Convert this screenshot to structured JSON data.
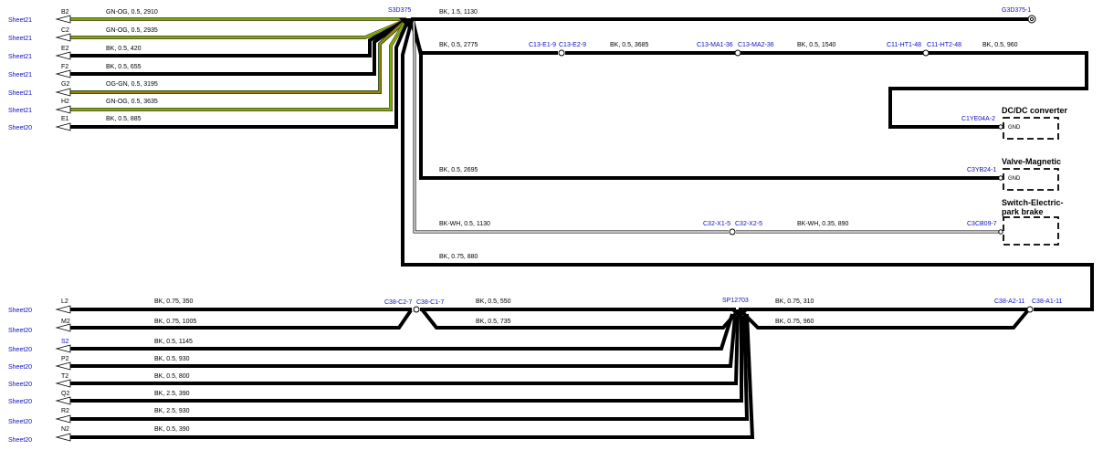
{
  "sheet_refs": {
    "s1": "Sheet21",
    "s2": "Sheet21",
    "s3": "Sheet21",
    "s4": "Sheet21",
    "s5": "Sheet21",
    "s6": "Sheet21",
    "s7": "Sheet20",
    "b1": "Sheet20",
    "b2": "Sheet20",
    "b3": "Sheet20",
    "b4": "Sheet20",
    "b5": "Sheet20",
    "b6": "Sheet20",
    "b7": "Sheet20",
    "b8": "Sheet20"
  },
  "pins": {
    "b2": "B2",
    "c2": "C2",
    "e2": "E2",
    "f2": "F2",
    "g2": "G2",
    "h2": "H2",
    "e1": "E1",
    "l2": "L2",
    "m2": "M2",
    "s2": "S2",
    "p2": "P2",
    "t2": "T2",
    "q2": "Q2",
    "r2": "R2",
    "n2": "N2"
  },
  "wire_labels": {
    "b2": "GN-OG,  0.5,  2910",
    "c2": "GN-OG,  0.5,  2935",
    "e2": "BK,  0.5,  420",
    "f2": "BK,  0.5,  655",
    "g2": "OG-GN,  0.5,  3195",
    "h2": "GN-OG,  0.5,  3635",
    "e1": "BK,  0.5,  885",
    "top": "BK,  1.5,  1130",
    "r1": "BK,  0.5,  2775",
    "r2": "BK,  0.5,  3685",
    "r3": "BK,  0.5,  1540",
    "r4": "BK,  0.5,  960",
    "valve": "BK,  0.5,  2695",
    "wh1": "BK-WH,  0.5,  1130",
    "wh2": "BK-WH,  0.35,  890",
    "long": "BK,  0.75,  880",
    "l2": "BK,  0.75,  350",
    "m2": "BK,  0.75,  1005",
    "mid1": "BK,  0.5,  550",
    "mid2": "BK,  0.5,  735",
    "rb1": "BK,  0.75,  310",
    "rb2": "BK,  0.75,  960",
    "s2": "BK,  0.5,  1145",
    "p2": "BK,  0.5,  930",
    "t2": "BK,  0.5,  800",
    "q2": "BK,  2.5,  390",
    "r2b": "BK,  2.5,  930",
    "n2": "BK,  0.5,  390"
  },
  "connectors": {
    "s3d375": "S3D375",
    "g3d375": "G3D375-1",
    "c13e19": "C13-E1-9",
    "c13e29": "C13-E2-9",
    "c13ma136": "C13-MA1-36",
    "c13ma236": "C13-MA2-36",
    "c11ht148": "C11-HT1-48",
    "c11ht248": "C11-HT2-48",
    "c1ye04a2": "C1YE04A-2",
    "c3yb241": "C3YB24-1",
    "c32x15": "C32-X1-5",
    "c32x25": "C32-X2-5",
    "c3cb097": "C3CB09-7",
    "c38c27": "C38-C2-7",
    "c38c17": "C38-C1-7",
    "sp12703": "SP12703",
    "c38a211": "C38-A2-11",
    "c38a111": "C38-A1-11"
  },
  "components": {
    "dcdc": "DC/DC converter",
    "valve": "Valve-Magnetic",
    "switch_l1": "Switch-Electric-",
    "switch_l2": "park brake",
    "gnd1": "GND",
    "gnd2": "GND"
  }
}
